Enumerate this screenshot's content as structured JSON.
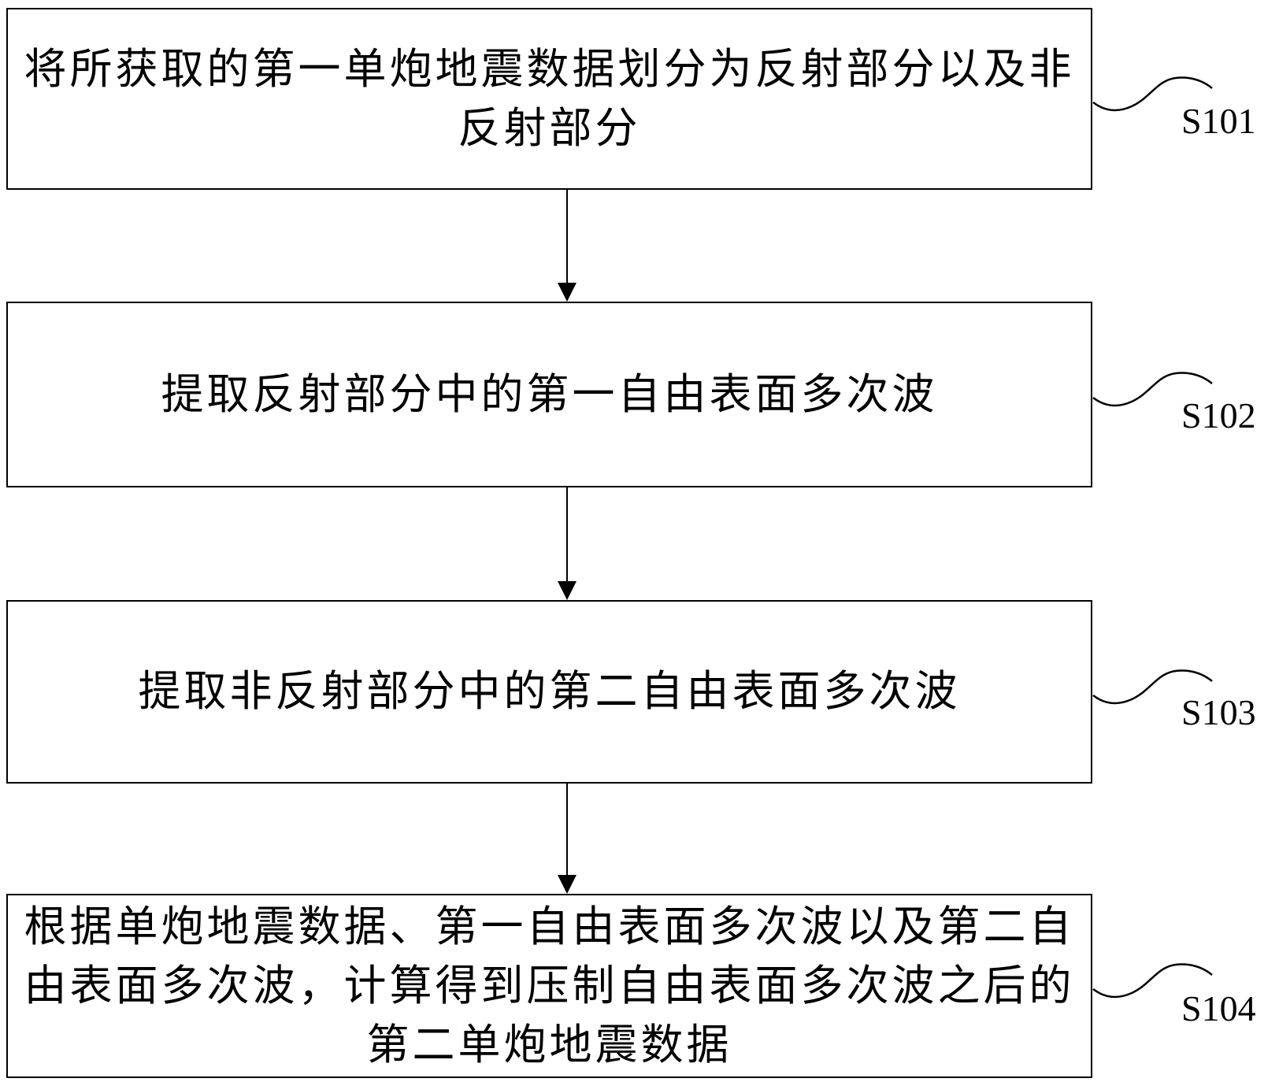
{
  "flowchart": {
    "title": "free-surface multiple suppression method flowchart",
    "colors": {
      "stroke": "#000000",
      "background": "#ffffff"
    },
    "steps": [
      {
        "label": "S101",
        "lines": [
          "将所获取的第一单炮地震数据划分为反射部分以及非",
          "反射部分"
        ]
      },
      {
        "label": "S102",
        "lines": [
          "提取反射部分中的第一自由表面多次波"
        ]
      },
      {
        "label": "S103",
        "lines": [
          "提取非反射部分中的第二自由表面多次波"
        ]
      },
      {
        "label": "S104",
        "lines": [
          "根据单炮地震数据、第一自由表面多次波以及第二自",
          "由表面多次波，计算得到压制自由表面多次波之后的",
          "第二单炮地震数据"
        ]
      }
    ]
  }
}
